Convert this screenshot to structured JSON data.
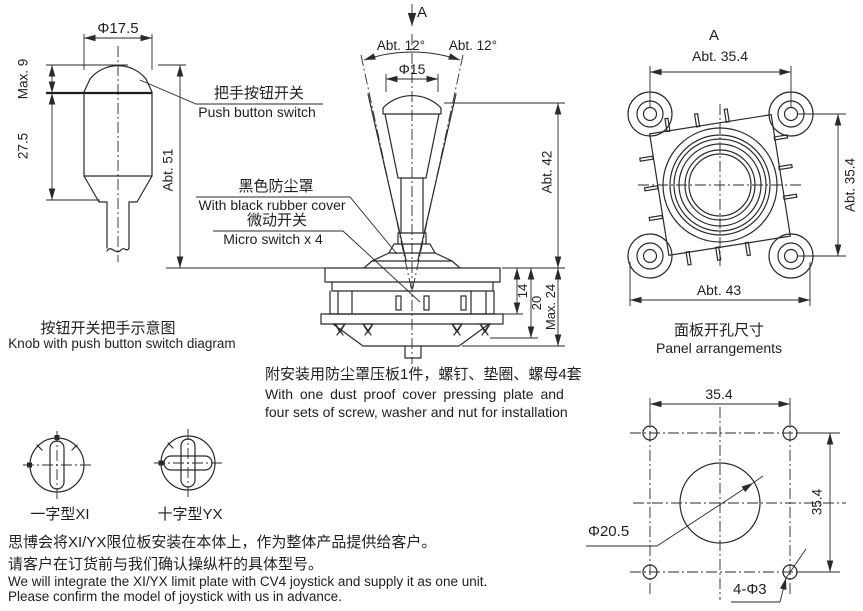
{
  "colors": {
    "line": "#2a2a2a",
    "text": "#1f1f1f",
    "background": "#ffffff"
  },
  "knob_side": {
    "dim_diameter": "Φ17.5",
    "dim_dome_height": "Max. 9",
    "dim_body_height": "27.5",
    "dim_total_height": "Abt. 51",
    "label_push_zh": "把手按钮开关",
    "label_push_en": "Push button switch",
    "label_cover_zh": "黑色防尘罩",
    "label_cover_en": "With black rubber cover",
    "label_micro_zh": "微动开关",
    "label_micro_en": "Micro switch x 4",
    "caption_zh": "按钮开关把手示意图",
    "caption_en": "Knob with push button switch diagram"
  },
  "joystick": {
    "view_label": "A",
    "dim_angle_left": "Abt. 12°",
    "dim_angle_right": "Abt. 12°",
    "dim_diameter": "Φ15",
    "dim_height": "Abt. 42",
    "dim_14": "14",
    "dim_20": "20",
    "dim_max24": "Max. 24",
    "note_zh": "附安装用防尘罩压板1件，螺钉、垫圈、螺母4套",
    "note_en_1": "With one dust proof cover pressing plate and",
    "note_en_2": "four sets of screw, washer and nut for installation"
  },
  "panel": {
    "view_label": "A",
    "dim_width": "Abt. 35.4",
    "dim_height": "Abt. 35.4",
    "dim_overall": "Abt. 43",
    "caption_zh": "面板开孔尺寸",
    "caption_en": "Panel arrangements"
  },
  "drill_template": {
    "dim_width": "35.4",
    "dim_height": "35.4",
    "dim_center_hole": "Φ20.5",
    "dim_corner_holes": "4-Φ3"
  },
  "knob_types": {
    "xi_label": "一字型XI",
    "yx_label": "十字型YX"
  },
  "footer": {
    "zh_1": "思博会将XI/YX限位板安装在本体上，作为整体产品提供给客户。",
    "zh_2": "请客户在订货前与我们确认操纵杆的具体型号。",
    "en_1": "We will integrate the XI/YX limit plate with CV4 joystick and supply it as one unit.",
    "en_2": "Please confirm the model of joystick with us in advance."
  }
}
